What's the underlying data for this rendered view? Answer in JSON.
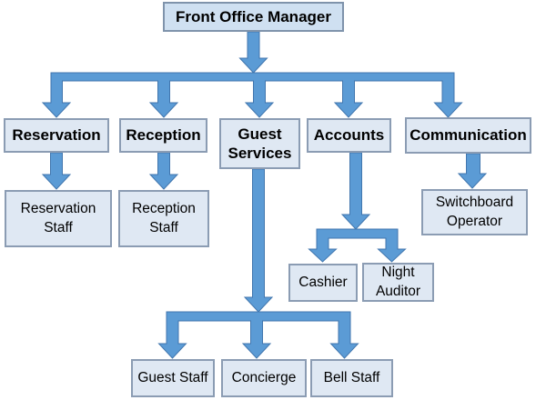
{
  "nodes": {
    "root": {
      "label": "Front Office Manager"
    },
    "reservation": {
      "label": "Reservation"
    },
    "reception": {
      "label": "Reception"
    },
    "guest_services": {
      "label": "Guest Services"
    },
    "accounts": {
      "label": "Accounts"
    },
    "communication": {
      "label": "Communication"
    },
    "reservation_staff": {
      "label": "Reservation Staff"
    },
    "reception_staff": {
      "label": "Reception Staff"
    },
    "switchboard_operator": {
      "label": "Switchboard Operator"
    },
    "cashier": {
      "label": "Cashier"
    },
    "night_auditor": {
      "label": "Night Auditor"
    },
    "guest_staff": {
      "label": "Guest Staff"
    },
    "concierge": {
      "label": "Concierge"
    },
    "bell_staff": {
      "label": "Bell Staff"
    }
  },
  "edges": [
    {
      "from": "Front Office Manager",
      "to": "Reservation"
    },
    {
      "from": "Front Office Manager",
      "to": "Reception"
    },
    {
      "from": "Front Office Manager",
      "to": "Guest Services"
    },
    {
      "from": "Front Office Manager",
      "to": "Accounts"
    },
    {
      "from": "Front Office Manager",
      "to": "Communication"
    },
    {
      "from": "Reservation",
      "to": "Reservation Staff"
    },
    {
      "from": "Reception",
      "to": "Reception Staff"
    },
    {
      "from": "Guest Services",
      "to": "Guest Staff"
    },
    {
      "from": "Guest Services",
      "to": "Concierge"
    },
    {
      "from": "Guest Services",
      "to": "Bell Staff"
    },
    {
      "from": "Accounts",
      "to": "Cashier"
    },
    {
      "from": "Accounts",
      "to": "Night Auditor"
    },
    {
      "from": "Communication",
      "to": "Switchboard Operator"
    }
  ],
  "colors": {
    "arrow_fill": "#5b9bd5",
    "arrow_outline": "#4176ae",
    "box_fill": "#dfe8f3",
    "box_fill_root": "#cfe0f1",
    "box_border": "#8b9cb3",
    "text": "#000000",
    "background": "#ffffff"
  }
}
